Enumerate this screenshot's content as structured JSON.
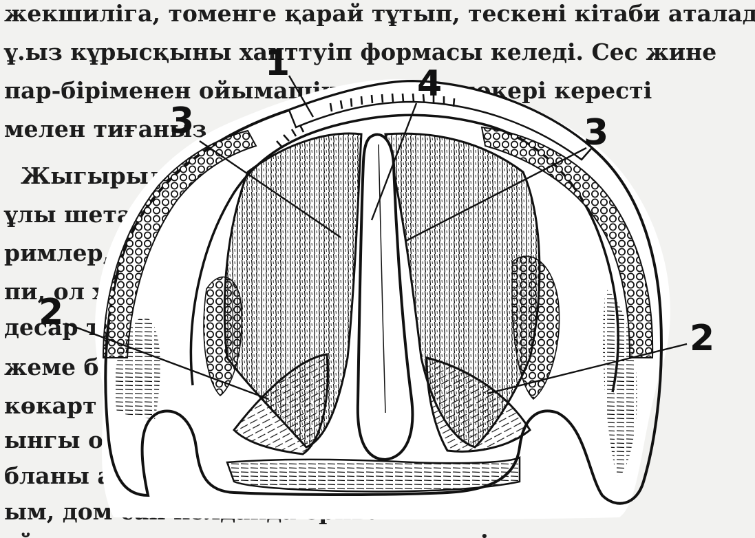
{
  "background_text": [
    "жекшиліга, томенге қарай тұтып, тескені кітаби аталады",
    "ұ.ыз кұрысқыны ханттуіп формасы келеді. Сес жине",
    "пар-біріменен ойымашінасы жақ көкері кересті",
    "мелен тиғаныз",
    "Жыгырыл ж                   пайдаланыш бізі",
    "ұлы шеталі                   ер болады",
    "римлер, аца                   ыска ке-",
    "пи, ол ха                    қурысқа",
    "десар тр",
    "жеме ба                      шиман",
    "көкарт                        дыт",
    "ынгы                           орадак",
    "бланы                          амгс-",
    "ым, дом  сан              келдакда ериван",
    "ұйсильлар                 және қоу одиылы зашегін"
  ],
  "labels": {
    "label_1": "1",
    "label_2_left": "2",
    "label_2_right": "2",
    "label_3_left": "3",
    "label_3_right": "3",
    "label_4": "4"
  },
  "colors": {
    "ink": "#111111",
    "paper": "#ffffff",
    "scan_text": "#1c1c1c"
  }
}
